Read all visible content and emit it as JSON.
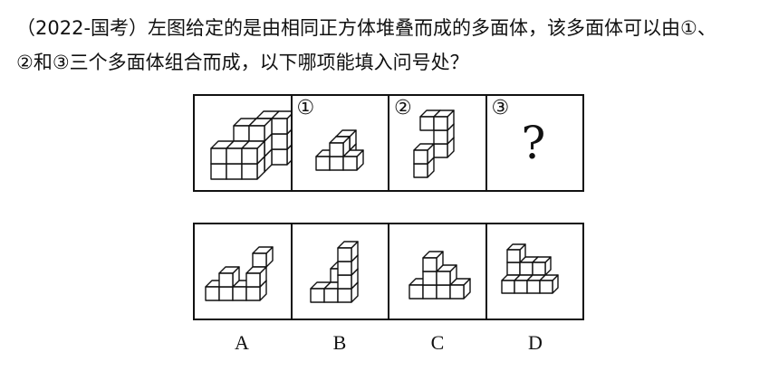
{
  "question": {
    "line1": "（2022-国考）左图给定的是由相同正方体堆叠而成的多面体，该多面体可以由①、",
    "line2": "②和③三个多面体组合而成，以下哪项能填入问号处？"
  },
  "puzzle": {
    "labels": [
      "①",
      "②",
      "③"
    ],
    "unknown": "?"
  },
  "options": [
    "A",
    "B",
    "C",
    "D"
  ],
  "icons": {
    "given": "cube-stack-figure",
    "part1": "cube-stack-figure",
    "part2": "cube-stack-figure",
    "option_a": "cube-stack-figure",
    "option_b": "cube-stack-figure",
    "option_c": "cube-stack-figure",
    "option_d": "cube-stack-figure"
  }
}
